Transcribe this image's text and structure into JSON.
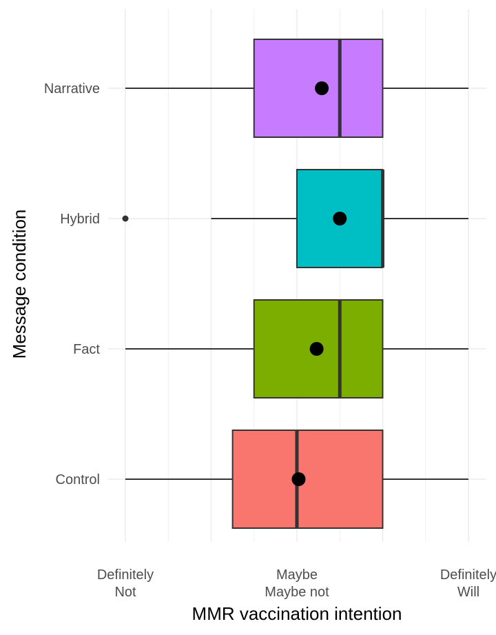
{
  "chart_data": {
    "type": "boxplot",
    "orientation": "horizontal",
    "xlabel": "MMR vaccination intention",
    "ylabel": "Message condition",
    "xlim": [
      1,
      5
    ],
    "x_ticks": [
      {
        "value": 1,
        "lines": [
          "Definitely",
          "Not"
        ]
      },
      {
        "value": 3,
        "lines": [
          "Maybe",
          "Maybe not"
        ]
      },
      {
        "value": 5,
        "lines": [
          "Definitely",
          "Will"
        ]
      }
    ],
    "grid": true,
    "categories": [
      "Narrative",
      "Hybrid",
      "Fact",
      "Control"
    ],
    "boxes": [
      {
        "category": "Narrative",
        "color": "#C77CFF",
        "whisker_low": 1,
        "q1": 2.5,
        "median": 3.5,
        "q3": 4,
        "whisker_high": 5,
        "mean": 3.29,
        "outliers": []
      },
      {
        "category": "Hybrid",
        "color": "#00BFC4",
        "whisker_low": 2,
        "q1": 3,
        "median": 4,
        "q3": 4,
        "whisker_high": 5,
        "mean": 3.5,
        "outliers": [
          1
        ]
      },
      {
        "category": "Fact",
        "color": "#7CAE00",
        "whisker_low": 1,
        "q1": 2.5,
        "median": 3.5,
        "q3": 4,
        "whisker_high": 5,
        "mean": 3.23,
        "outliers": []
      },
      {
        "category": "Control",
        "color": "#F8766D",
        "whisker_low": 1,
        "q1": 2.25,
        "median": 3,
        "q3": 4,
        "whisker_high": 5,
        "mean": 3.02,
        "outliers": []
      }
    ]
  }
}
